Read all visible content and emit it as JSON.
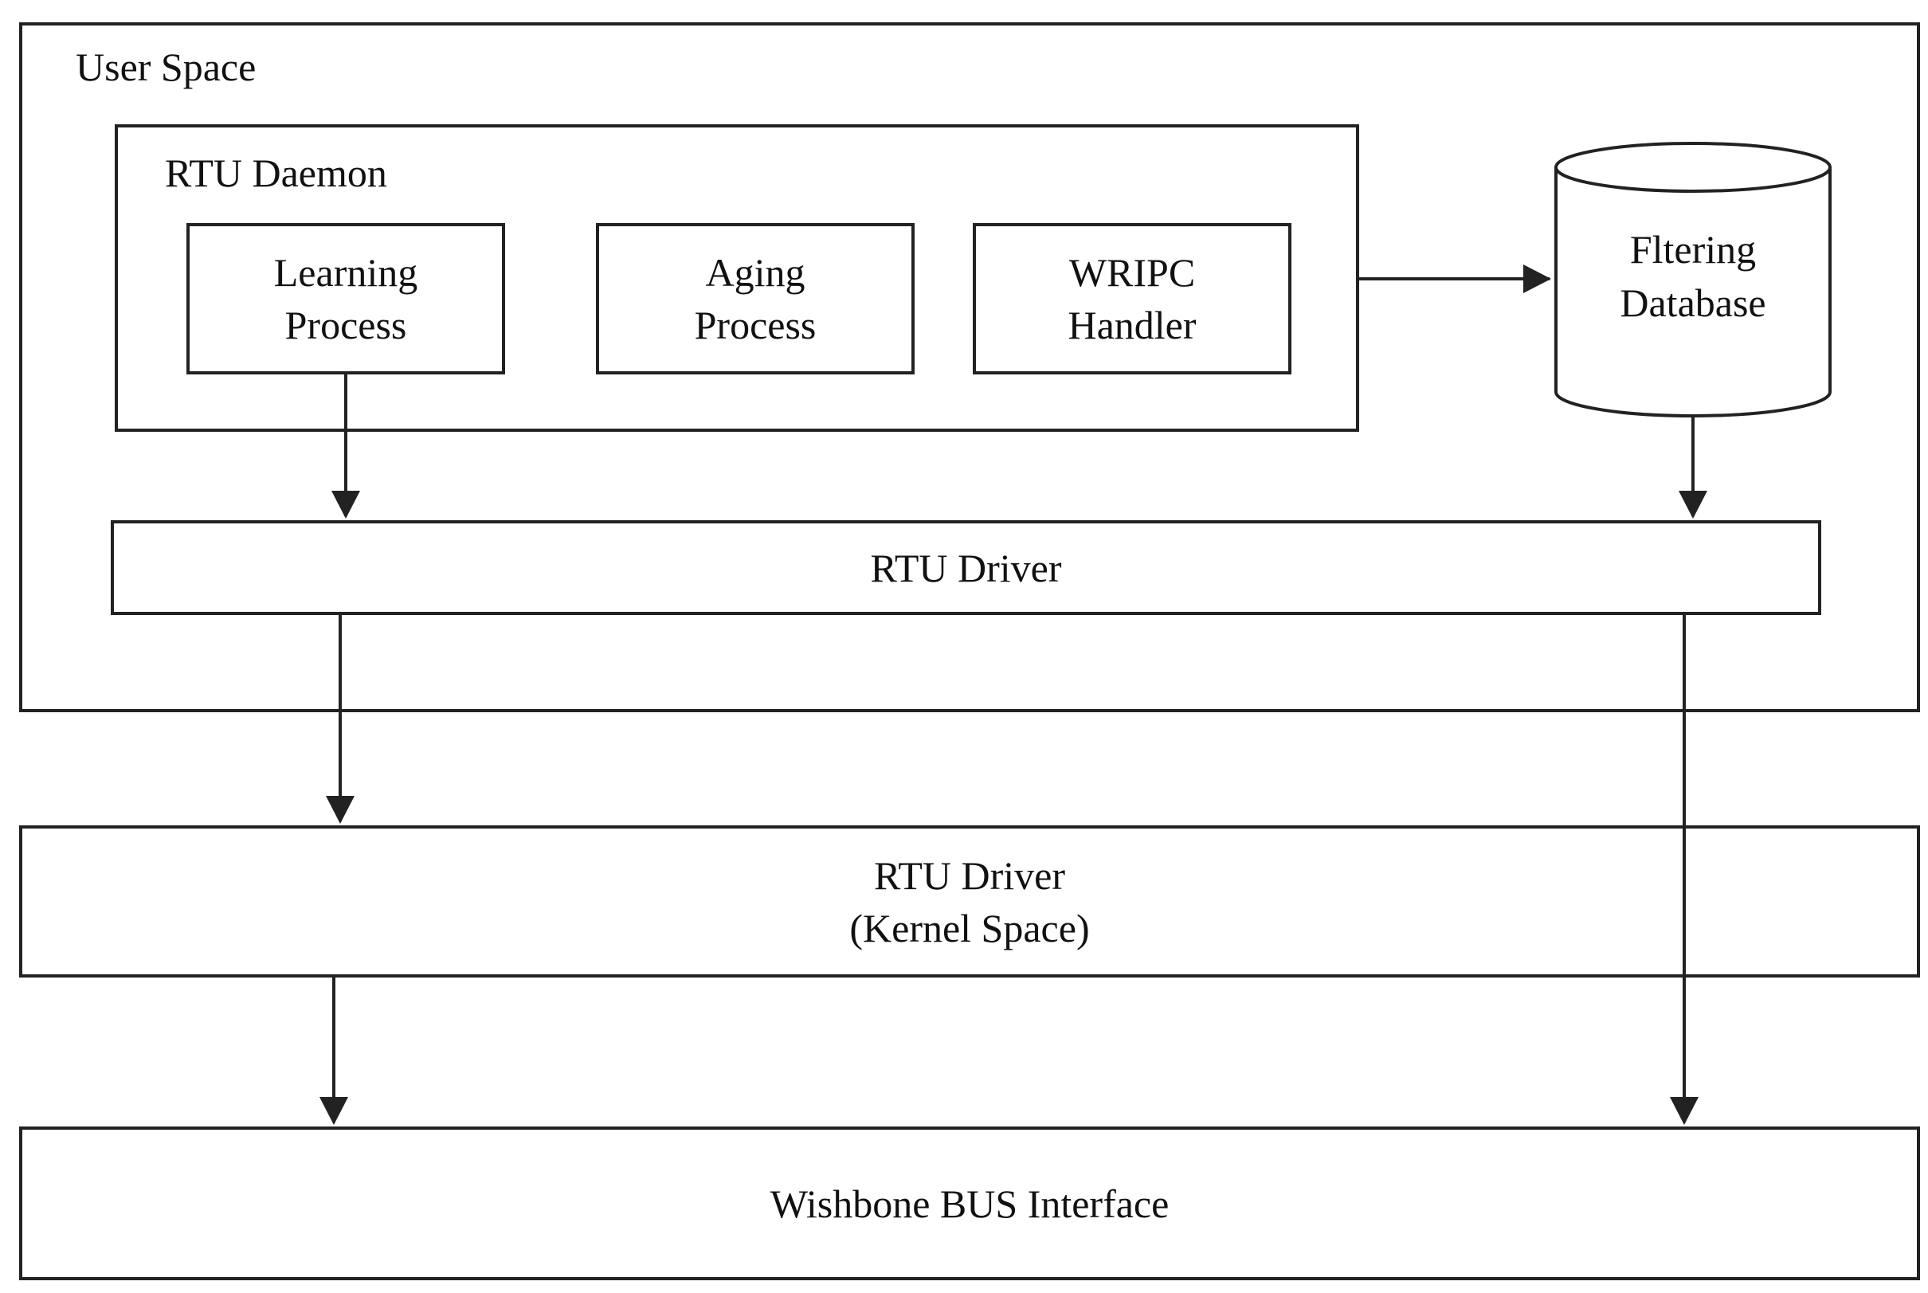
{
  "user_space": {
    "label": "User Space"
  },
  "rtu_daemon": {
    "label": "RTU Daemon",
    "learning_process": {
      "line1": "Learning",
      "line2": "Process"
    },
    "aging_process": {
      "line1": "Aging",
      "line2": "Process"
    },
    "wripc_handler": {
      "line1": "WRIPC",
      "line2": "Handler"
    }
  },
  "filtering_database": {
    "line1": "Fltering",
    "line2": "Database"
  },
  "rtu_driver_user": {
    "label": "RTU Driver"
  },
  "rtu_driver_kernel": {
    "line1": "RTU Driver",
    "line2": "(Kernel Space)"
  },
  "wishbone": {
    "label": "Wishbone BUS Interface"
  },
  "colors": {
    "stroke": "#222222",
    "background": "#ffffff",
    "text": "#111111"
  }
}
